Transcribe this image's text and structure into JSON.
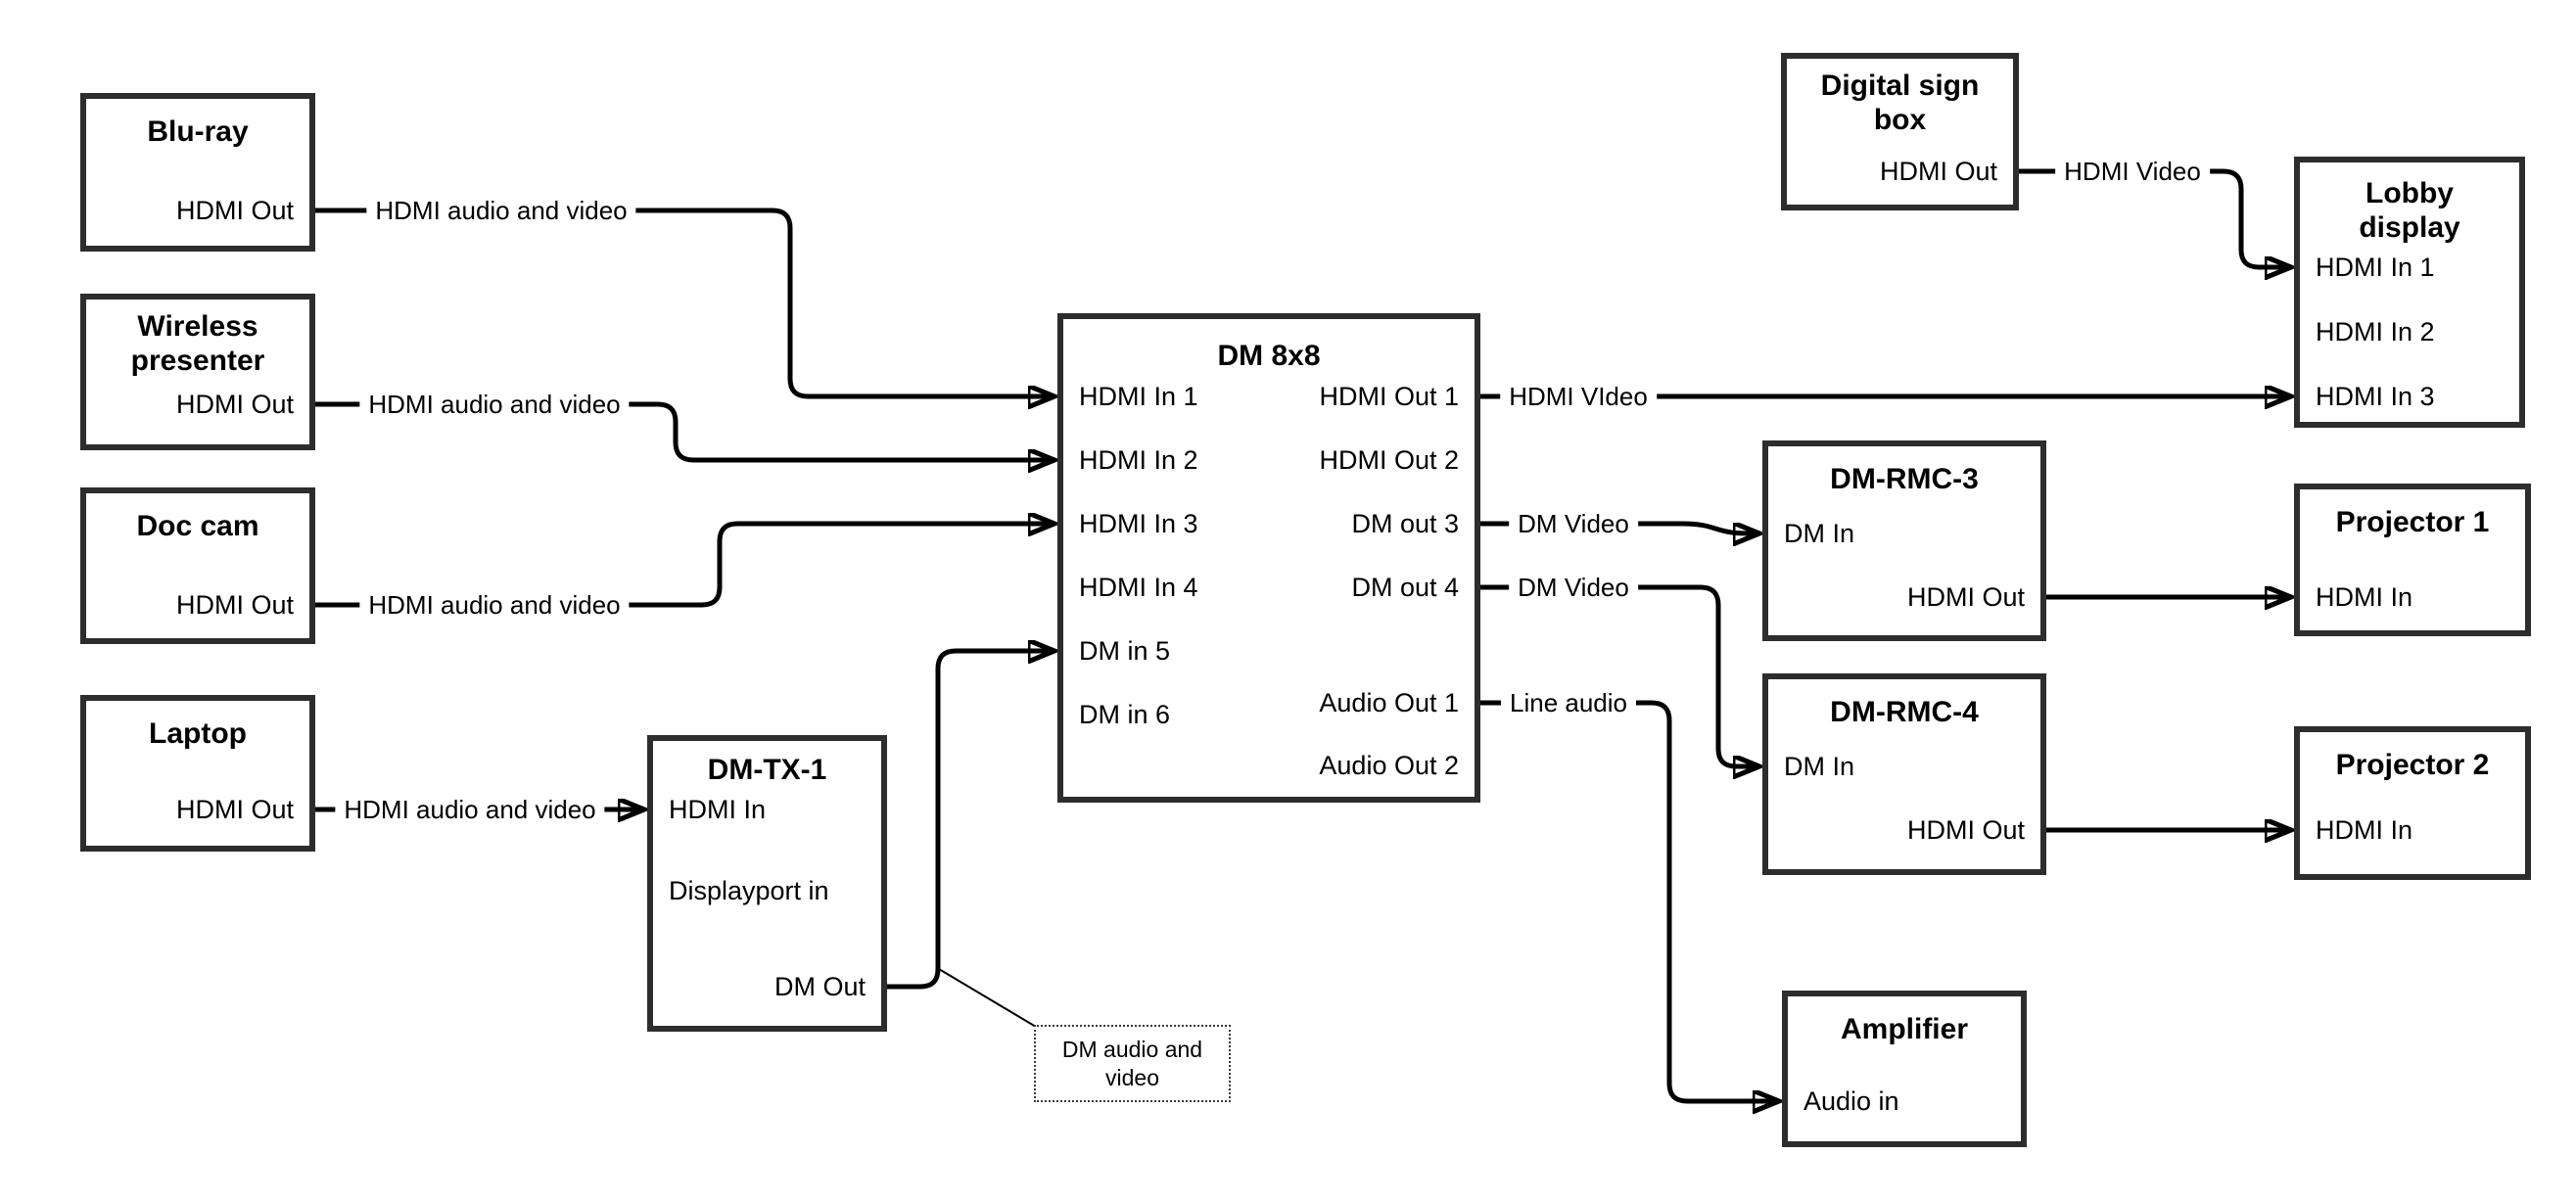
{
  "canvas": {
    "background": "#ffffff",
    "line_color": "#000000",
    "box_border_color": "#2d2d2d"
  },
  "nodes": {
    "bluray": {
      "title": "Blu-ray",
      "ports": {
        "hdmi_out": "HDMI Out"
      }
    },
    "wireless": {
      "title_line1": "Wireless",
      "title_line2": "presenter",
      "ports": {
        "hdmi_out": "HDMI Out"
      }
    },
    "doccam": {
      "title": "Doc cam",
      "ports": {
        "hdmi_out": "HDMI Out"
      }
    },
    "laptop": {
      "title": "Laptop",
      "ports": {
        "hdmi_out": "HDMI Out"
      }
    },
    "dmtx1": {
      "title": "DM-TX-1",
      "ports": {
        "hdmi_in": "HDMI In",
        "displayport_in": "Displayport in",
        "dm_out": "DM Out"
      }
    },
    "dm8x8": {
      "title": "DM 8x8",
      "ports": {
        "in1": "HDMI In 1",
        "in2": "HDMI In 2",
        "in3": "HDMI In 3",
        "in4": "HDMI In 4",
        "in5": "DM in 5",
        "in6": "DM in 6",
        "out1": "HDMI Out 1",
        "out2": "HDMI Out 2",
        "out3": "DM out 3",
        "out4": "DM out 4",
        "aout1": "Audio Out 1",
        "aout2": "Audio Out 2"
      }
    },
    "digital_sign": {
      "title_line1": "Digital sign",
      "title_line2": "box",
      "ports": {
        "hdmi_out": "HDMI Out"
      }
    },
    "lobby": {
      "title_line1": "Lobby",
      "title_line2": "display",
      "ports": {
        "in1": "HDMI In 1",
        "in2": "HDMI In 2",
        "in3": "HDMI In 3"
      }
    },
    "dmrmc3": {
      "title": "DM-RMC-3",
      "ports": {
        "dm_in": "DM In",
        "hdmi_out": "HDMI Out"
      }
    },
    "proj1": {
      "title": "Projector 1",
      "ports": {
        "hdmi_in": "HDMI In"
      }
    },
    "dmrmc4": {
      "title": "DM-RMC-4",
      "ports": {
        "dm_in": "DM In",
        "hdmi_out": "HDMI Out"
      }
    },
    "proj2": {
      "title": "Projector 2",
      "ports": {
        "hdmi_in": "HDMI In"
      }
    },
    "amplifier": {
      "title": "Amplifier",
      "ports": {
        "audio_in": "Audio in"
      }
    }
  },
  "connections": {
    "bluray_to_dm8x8": {
      "label": "HDMI audio and video"
    },
    "wireless_to_dm8x8": {
      "label": "HDMI audio and video"
    },
    "doccam_to_dm8x8": {
      "label": "HDMI audio and video"
    },
    "laptop_to_dmtx1": {
      "label": "HDMI audio and video"
    },
    "dm8x8_to_lobby": {
      "label": "HDMI VIdeo"
    },
    "dm8x8_to_dmrmc3": {
      "label": "DM Video"
    },
    "dm8x8_to_dmrmc4": {
      "label": "DM Video"
    },
    "dm8x8_to_amplifier": {
      "label": "Line audio"
    },
    "digital_sign_to_lobby": {
      "label": "HDMI Video"
    }
  },
  "note": {
    "line1": "DM audio and",
    "line2": "video"
  }
}
